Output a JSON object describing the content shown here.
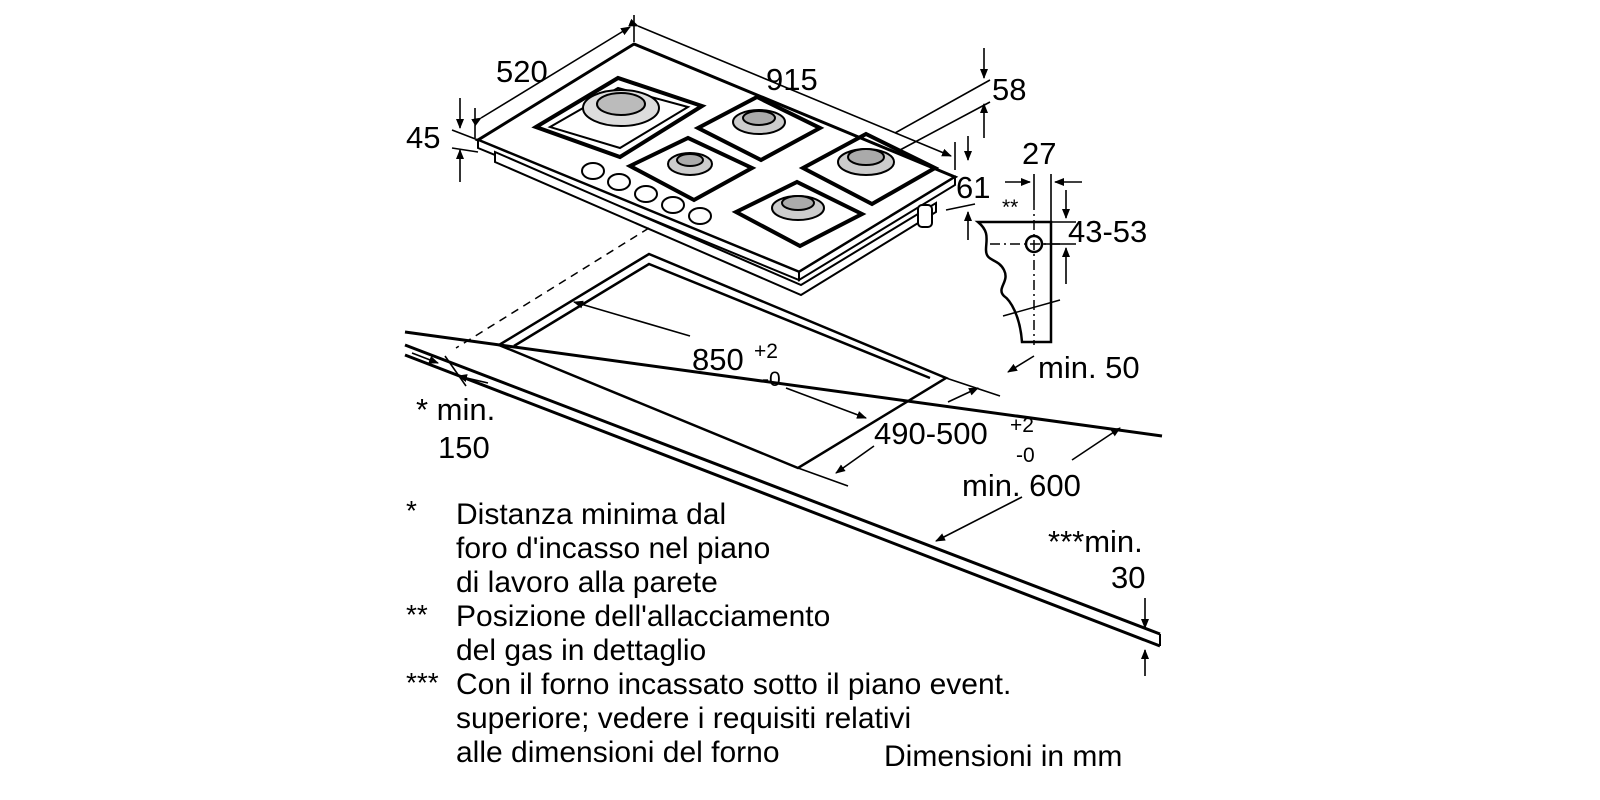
{
  "dimensions": {
    "depth": "520",
    "width": "915",
    "height_front": "45",
    "height_back": "58",
    "rear_offset": "61",
    "gas_offset": "27",
    "gas_marker": "**",
    "gas_height": "43-53",
    "cutout_width": "850",
    "cutout_width_tol_plus": "+2",
    "cutout_width_tol_minus": "-0",
    "cutout_depth": "490-500",
    "cutout_depth_tol_plus": "+2",
    "cutout_depth_tol_minus": "-0",
    "min_back": "min. 50",
    "min_side_line1": "* min.",
    "min_side_line2": "150",
    "min_worktop": "min. 600",
    "min_below_line1": "***min.",
    "min_below_line2": "30"
  },
  "notes": [
    {
      "mark": "*",
      "lines": [
        "Distanza minima dal",
        "foro d'incasso nel piano",
        "di lavoro alla parete"
      ]
    },
    {
      "mark": "**",
      "lines": [
        "Posizione dell'allacciamento",
        "del gas in dettaglio"
      ]
    },
    {
      "mark": "***",
      "lines": [
        "Con il forno incassato sotto il piano event.",
        "superiore; vedere i requisiti relativi",
        "alle dimensioni del forno"
      ]
    }
  ],
  "units_label": "Dimensioni in mm"
}
